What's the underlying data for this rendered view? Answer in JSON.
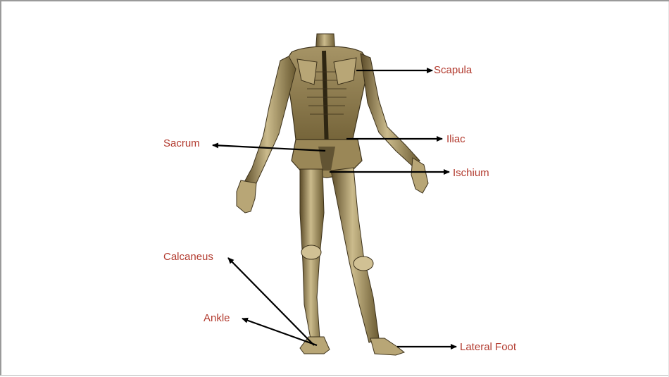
{
  "labels": {
    "scapula": "Scapula",
    "iliac": "Iliac",
    "sacrum": "Sacrum",
    "ischium": "Ischium",
    "calcaneus": "Calcaneus",
    "ankle": "Ankle",
    "lateral_foot": "Lateral Foot"
  },
  "colors": {
    "label_text": "#b23a2e",
    "arrow": "#000000",
    "figure_light": "#c9b98a",
    "figure_mid": "#8f7d4e",
    "figure_dark": "#3d321b"
  },
  "figure_icon": "anatomical-skeleton-posterior-view"
}
